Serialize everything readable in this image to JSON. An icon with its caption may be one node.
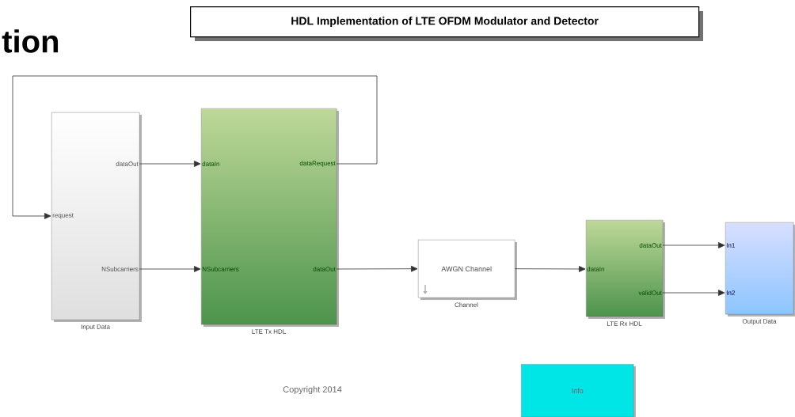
{
  "diagram": {
    "title": "HDL Implementation of LTE OFDM Modulator and Detector",
    "nodes": [
      {
        "text": [],
        "shape": "box",
        "beside": [
          "Input Data"
        ]
      },
      {
        "text": [
          "dataOut"
        ],
        "in": 0
      },
      {
        "text": [
          "request"
        ],
        "in": 0
      },
      {
        "text": [
          "NSubcarriers"
        ],
        "in": 0
      },
      {
        "text": [],
        "shape": "box",
        "beside": [
          "LTE Tx HDL"
        ]
      },
      {
        "text": [
          "dataIn"
        ],
        "in": 4
      },
      {
        "text": [
          "dataRequest"
        ],
        "in": 4
      },
      {
        "text": [
          "NSubcarriers"
        ],
        "in": 4
      },
      {
        "text": [
          "dataOut"
        ],
        "in": 4
      },
      {
        "text": [
          "AWGN Channel"
        ],
        "beside": [
          "Channel"
        ]
      },
      {
        "text": [],
        "shape": "box",
        "beside": [
          "LTE Rx HDL"
        ]
      },
      {
        "text": [
          "dataIn"
        ],
        "in": 10
      },
      {
        "text": [
          "dataOut"
        ],
        "in": 10
      },
      {
        "text": [
          "validOut"
        ],
        "in": 10
      },
      {
        "text": [],
        "shape": "box",
        "beside": [
          "Output Data"
        ]
      },
      {
        "text": [
          "In1"
        ],
        "in": 14
      },
      {
        "text": [
          "In2"
        ],
        "in": 14
      },
      {
        "text": [
          "Info"
        ]
      }
    ],
    "edges": [
      {
        "from": 1,
        "to": 5,
        "arrow": "to"
      },
      {
        "from": 6,
        "to": 2,
        "arrow": "to"
      },
      {
        "from": 3,
        "to": 7,
        "arrow": "to"
      },
      {
        "from": 8,
        "to": 9,
        "arrow": "to"
      },
      {
        "from": 9,
        "to": 11,
        "arrow": "to"
      },
      {
        "from": 12,
        "to": 15,
        "arrow": "to"
      },
      {
        "from": 13,
        "to": 16,
        "arrow": "to"
      }
    ],
    "labels": [
      "tion",
      "Copyright 2014"
    ]
  }
}
